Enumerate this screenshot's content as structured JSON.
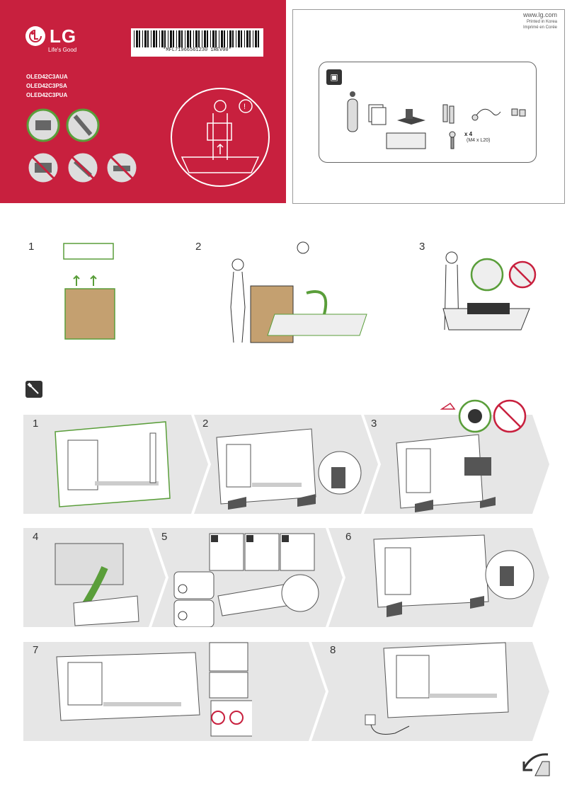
{
  "header": {
    "brand": "LG",
    "tagline": "Life's Good",
    "models": [
      "OLED42C3AUA",
      "OLED42C3PSA",
      "OLED42C3PUA"
    ],
    "barcode_text": "*MFL71966561230 1REV00*"
  },
  "info": {
    "url": "www.lg.com",
    "printed_line1": "Printed in Korea",
    "printed_line2": "Imprimé en Corée"
  },
  "parts": {
    "screw_qty": "x 4",
    "screw_spec": "(M4 x L20)"
  },
  "unpack_steps": [
    "1",
    "2",
    "3"
  ],
  "assembly_steps": [
    "1",
    "2",
    "3",
    "4",
    "5",
    "6",
    "7",
    "8"
  ],
  "substeps": [
    "1",
    "2",
    "3"
  ],
  "colors": {
    "brand_red": "#c8203e",
    "accent_green": "#5a9e3a",
    "warning_red": "#c8203e",
    "band_gray": "#e6e6e6"
  },
  "icons": [
    "lg-logo-icon",
    "box-icon",
    "screwdriver-icon",
    "warning-icon",
    "check-icon",
    "prohibited-icon",
    "page-turn-icon"
  ]
}
